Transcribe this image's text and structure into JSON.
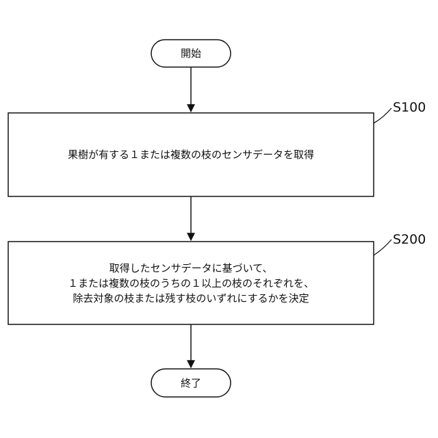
{
  "flowchart": {
    "start": {
      "label": "開始"
    },
    "steps": [
      {
        "id": "S100",
        "lines": [
          "果樹が有する１または複数の枝のセンサデータを取得"
        ]
      },
      {
        "id": "S200",
        "lines": [
          "取得したセンサデータに基づいて、",
          "１または複数の枝のうちの１以上の枝のそれぞれを、",
          "除去対象の枝または残す枝のいずれにするかを決定"
        ]
      }
    ],
    "end": {
      "label": "終了"
    }
  }
}
